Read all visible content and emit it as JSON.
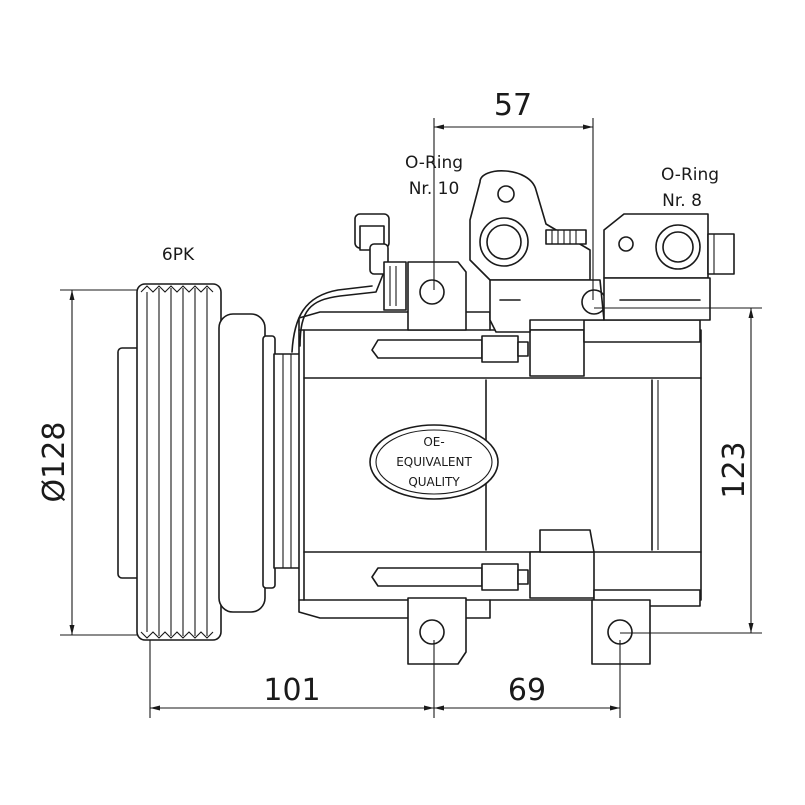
{
  "dimensions": {
    "top_width": "57",
    "pulley_diameter": "Ø128",
    "height": "123",
    "left_length": "101",
    "right_length": "69"
  },
  "labels": {
    "belt_profile": "6PK",
    "oring_left_line1": "O-Ring",
    "oring_left_line2": "Nr. 10",
    "oring_right_line1": "O-Ring",
    "oring_right_line2": "Nr. 8"
  },
  "badge": {
    "line1": "OE-",
    "line2": "EQUIVALENT",
    "line3": "QUALITY"
  },
  "colors": {
    "line": "#1a1a1a",
    "background": "#ffffff"
  }
}
